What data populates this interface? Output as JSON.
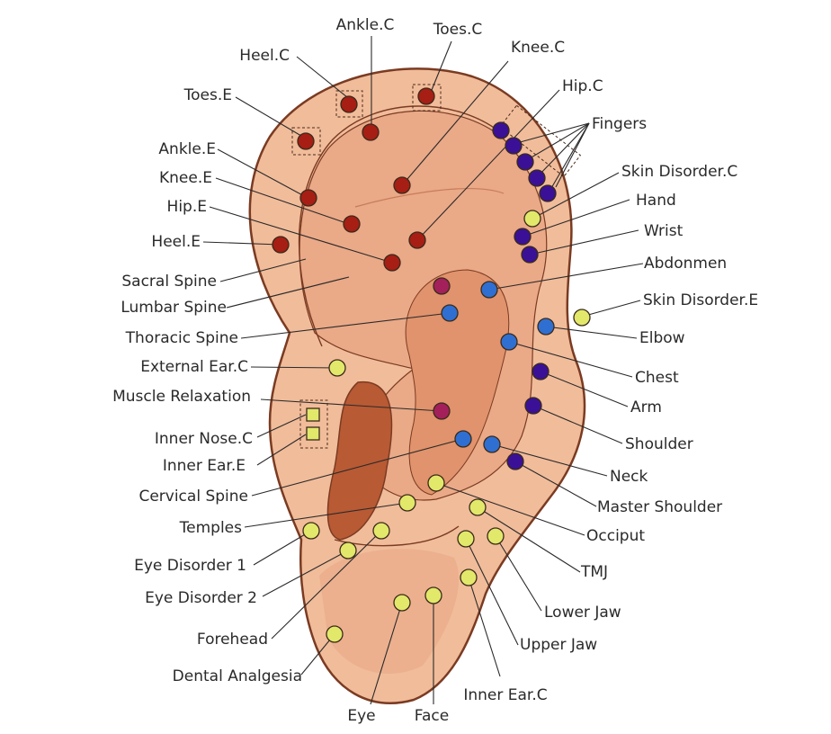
{
  "colors": {
    "ear_outer": "#f1bc9a",
    "ear_inner": "#eaa987",
    "ear_outline": "#7a3b22",
    "canal": "#b85a34",
    "red_point": "#a61e14",
    "navy_point": "#3a1196",
    "blue_point": "#2f6fd2",
    "magenta_point": "#a3205b",
    "yellow_point": "#e2e86a"
  },
  "labels": {
    "ankle_c": "Ankle.C",
    "toes_c": "Toes.C",
    "heel_c": "Heel.C",
    "knee_c": "Knee.C",
    "hip_c": "Hip.C",
    "toes_e": "Toes.E",
    "fingers": "Fingers",
    "ankle_e": "Ankle.E",
    "skin_disorder_c": "Skin Disorder.C",
    "knee_e": "Knee.E",
    "hand": "Hand",
    "hip_e": "Hip.E",
    "wrist": "Wrist",
    "heel_e": "Heel.E",
    "abdonmen": "Abdonmen",
    "sacral_spine": "Sacral Spine",
    "lumbar_spine": "Lumbar Spine",
    "skin_disorder_e": "Skin Disorder.E",
    "thoracic_spine": "Thoracic Spine",
    "elbow": "Elbow",
    "external_ear_c": "External Ear.C",
    "chest": "Chest",
    "muscle_relaxation": "Muscle Relaxation",
    "arm": "Arm",
    "inner_nose_c": "Inner Nose.C",
    "shoulder": "Shoulder",
    "inner_ear_e": "Inner Ear.E",
    "neck": "Neck",
    "cervical_spine": "Cervical Spine",
    "master_shoulder": "Master Shoulder",
    "temples": "Temples",
    "occiput": "Occiput",
    "eye_disorder_1": "Eye Disorder 1",
    "tmj": "TMJ",
    "eye_disorder_2": "Eye Disorder 2",
    "lower_jaw": "Lower Jaw",
    "forehead": "Forehead",
    "upper_jaw": "Upper Jaw",
    "dental_analgesia": "Dental Analgesia",
    "inner_ear_c": "Inner Ear.C",
    "eye": "Eye",
    "face": "Face"
  }
}
